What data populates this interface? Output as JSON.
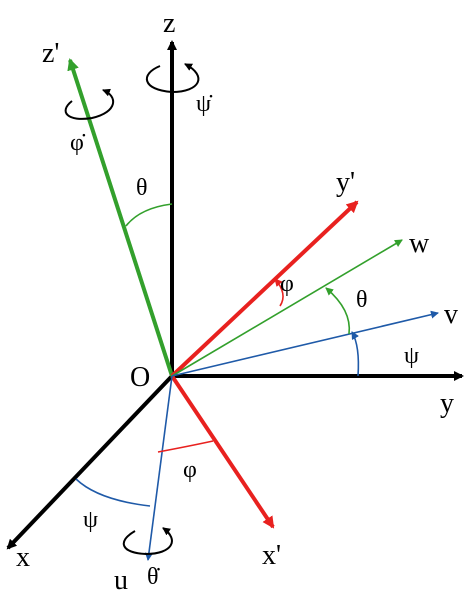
{
  "colors": {
    "black": "#000000",
    "red": "#e8211f",
    "green": "#33a02c",
    "blue": "#1f5aa8"
  },
  "labels": {
    "origin": "O",
    "x": "x",
    "y": "y",
    "z": "z",
    "x_prime": "x'",
    "y_prime": "y'",
    "z_prime": "z'",
    "u": "u",
    "v": "v",
    "w": "w"
  },
  "angles": {
    "psi": "ψ",
    "theta": "θ",
    "phi": "φ",
    "psi_dot": "ψ̇",
    "theta_dot": "θ̇",
    "phi_dot": "φ̇"
  }
}
